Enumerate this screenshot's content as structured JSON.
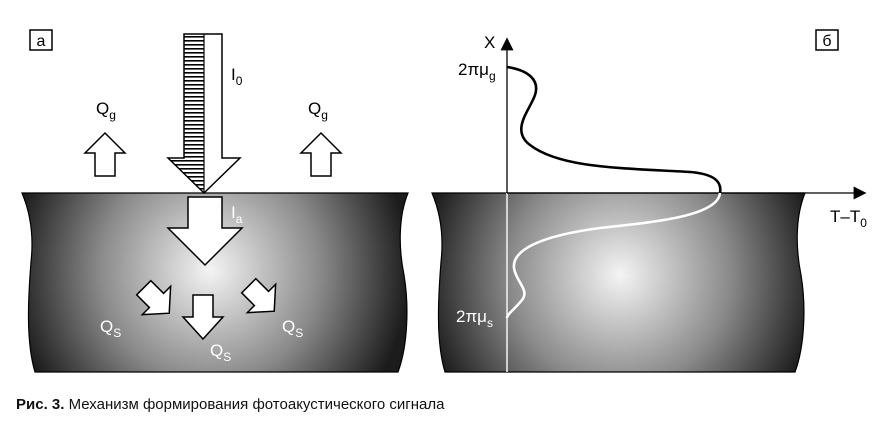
{
  "panel_a": {
    "label": "а",
    "incident_label": "I",
    "incident_sub": "0",
    "absorbed_label": "I",
    "absorbed_sub": "a",
    "gas_heat_label": "Q",
    "gas_heat_sub": "g",
    "sample_heat_label": "Q",
    "sample_heat_sub": "S"
  },
  "panel_b": {
    "label": "б",
    "y_axis_label": "X",
    "x_axis_label": "T–T",
    "x_axis_sub": "0",
    "gas_depth_label": "2πμ",
    "gas_depth_sub": "g",
    "sample_depth_label": "2πμ",
    "sample_depth_sub": "s"
  },
  "caption": {
    "prefix": "Рис. 3.",
    "text": " Механизм формирования фотоакустического сигнала"
  },
  "colors": {
    "sample_dark": "#1c1c1c",
    "sample_light": "#f4f4f4",
    "line": "#000000",
    "curve_inside": "#ffffff"
  }
}
